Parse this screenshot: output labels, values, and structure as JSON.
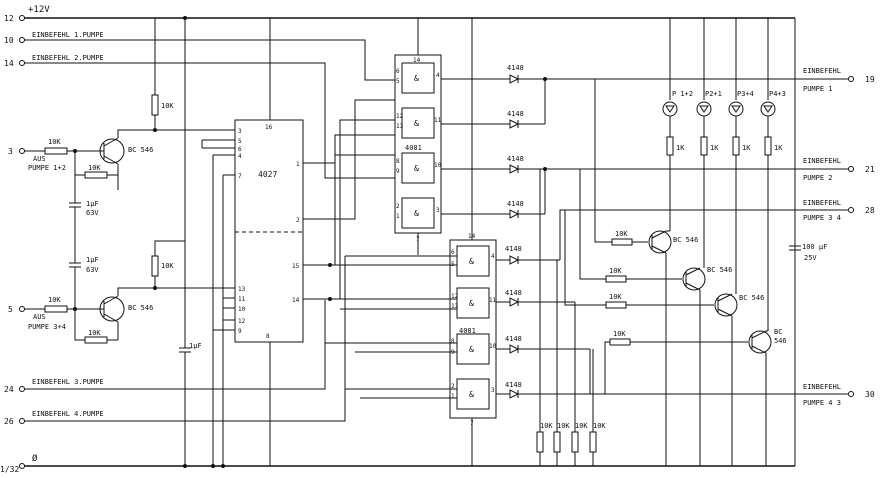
{
  "title": "+12V",
  "ground_symbol": "Ø",
  "terminals": [
    {
      "num": "12",
      "label": ""
    },
    {
      "num": "10",
      "label": "EINBEFEHL 1.PUMPE"
    },
    {
      "num": "14",
      "label": "EINBEFEHL 2.PUMPE"
    },
    {
      "num": "3",
      "label": ""
    },
    {
      "num": "5",
      "label": ""
    },
    {
      "num": "24",
      "label": "EINBEFEHL 3.PUMPE"
    },
    {
      "num": "26",
      "label": "EINBEFEHL 4.PUMPE"
    },
    {
      "num": "1/32",
      "label": ""
    }
  ],
  "inputs": [
    {
      "line1": "AUS",
      "line2": "PUMPE 1+2"
    },
    {
      "line1": "AUS",
      "line2": "PUMPE 3+4"
    }
  ],
  "outputs": [
    {
      "num": "19",
      "line1": "EINBEFEHL",
      "line2": "PUMPE 1"
    },
    {
      "num": "21",
      "line1": "EINBEFEHL",
      "line2": "PUMPE 2"
    },
    {
      "num": "28",
      "line1": "EINBEFEHL",
      "line2": "PUMPE 3 4"
    },
    {
      "num": "30",
      "line1": "EINBEFEHL",
      "line2": "PUMPE 4 3"
    }
  ],
  "ic4027": {
    "name": "4027",
    "left_pins": [
      "3",
      "5",
      "6",
      "4",
      "7",
      "13",
      "11",
      "10",
      "12",
      "9"
    ],
    "top_pin": "16",
    "bottom_pin": "8",
    "right_pins": [
      "1",
      "2",
      "15",
      "14"
    ]
  },
  "ic4081": {
    "name": "4081",
    "symbol": "&",
    "vdd": "14",
    "vss": "7",
    "gates_top": [
      [
        "6",
        "5",
        "4"
      ],
      [
        "12",
        "13",
        "11"
      ],
      [
        "8",
        "9",
        "10"
      ],
      [
        "2",
        "1",
        "3"
      ]
    ],
    "gates_bot": [
      [
        "6",
        "5",
        "4"
      ],
      [
        "12",
        "13",
        "11"
      ],
      [
        "8",
        "9",
        "10"
      ],
      [
        "2",
        "1",
        "3"
      ]
    ]
  },
  "parts": {
    "r10k": "10K",
    "r1k": "1K",
    "diode": "4148",
    "bc": "BC 546",
    "bc_short": "BC",
    "bc_pin": "546",
    "c1": "1µF",
    "c1v": "63V",
    "c1b": "1µF",
    "c100": "100 µF",
    "c100v": "25V"
  },
  "leds": [
    "P 1+2",
    "P2+1",
    "P3+4",
    "P4+3"
  ]
}
